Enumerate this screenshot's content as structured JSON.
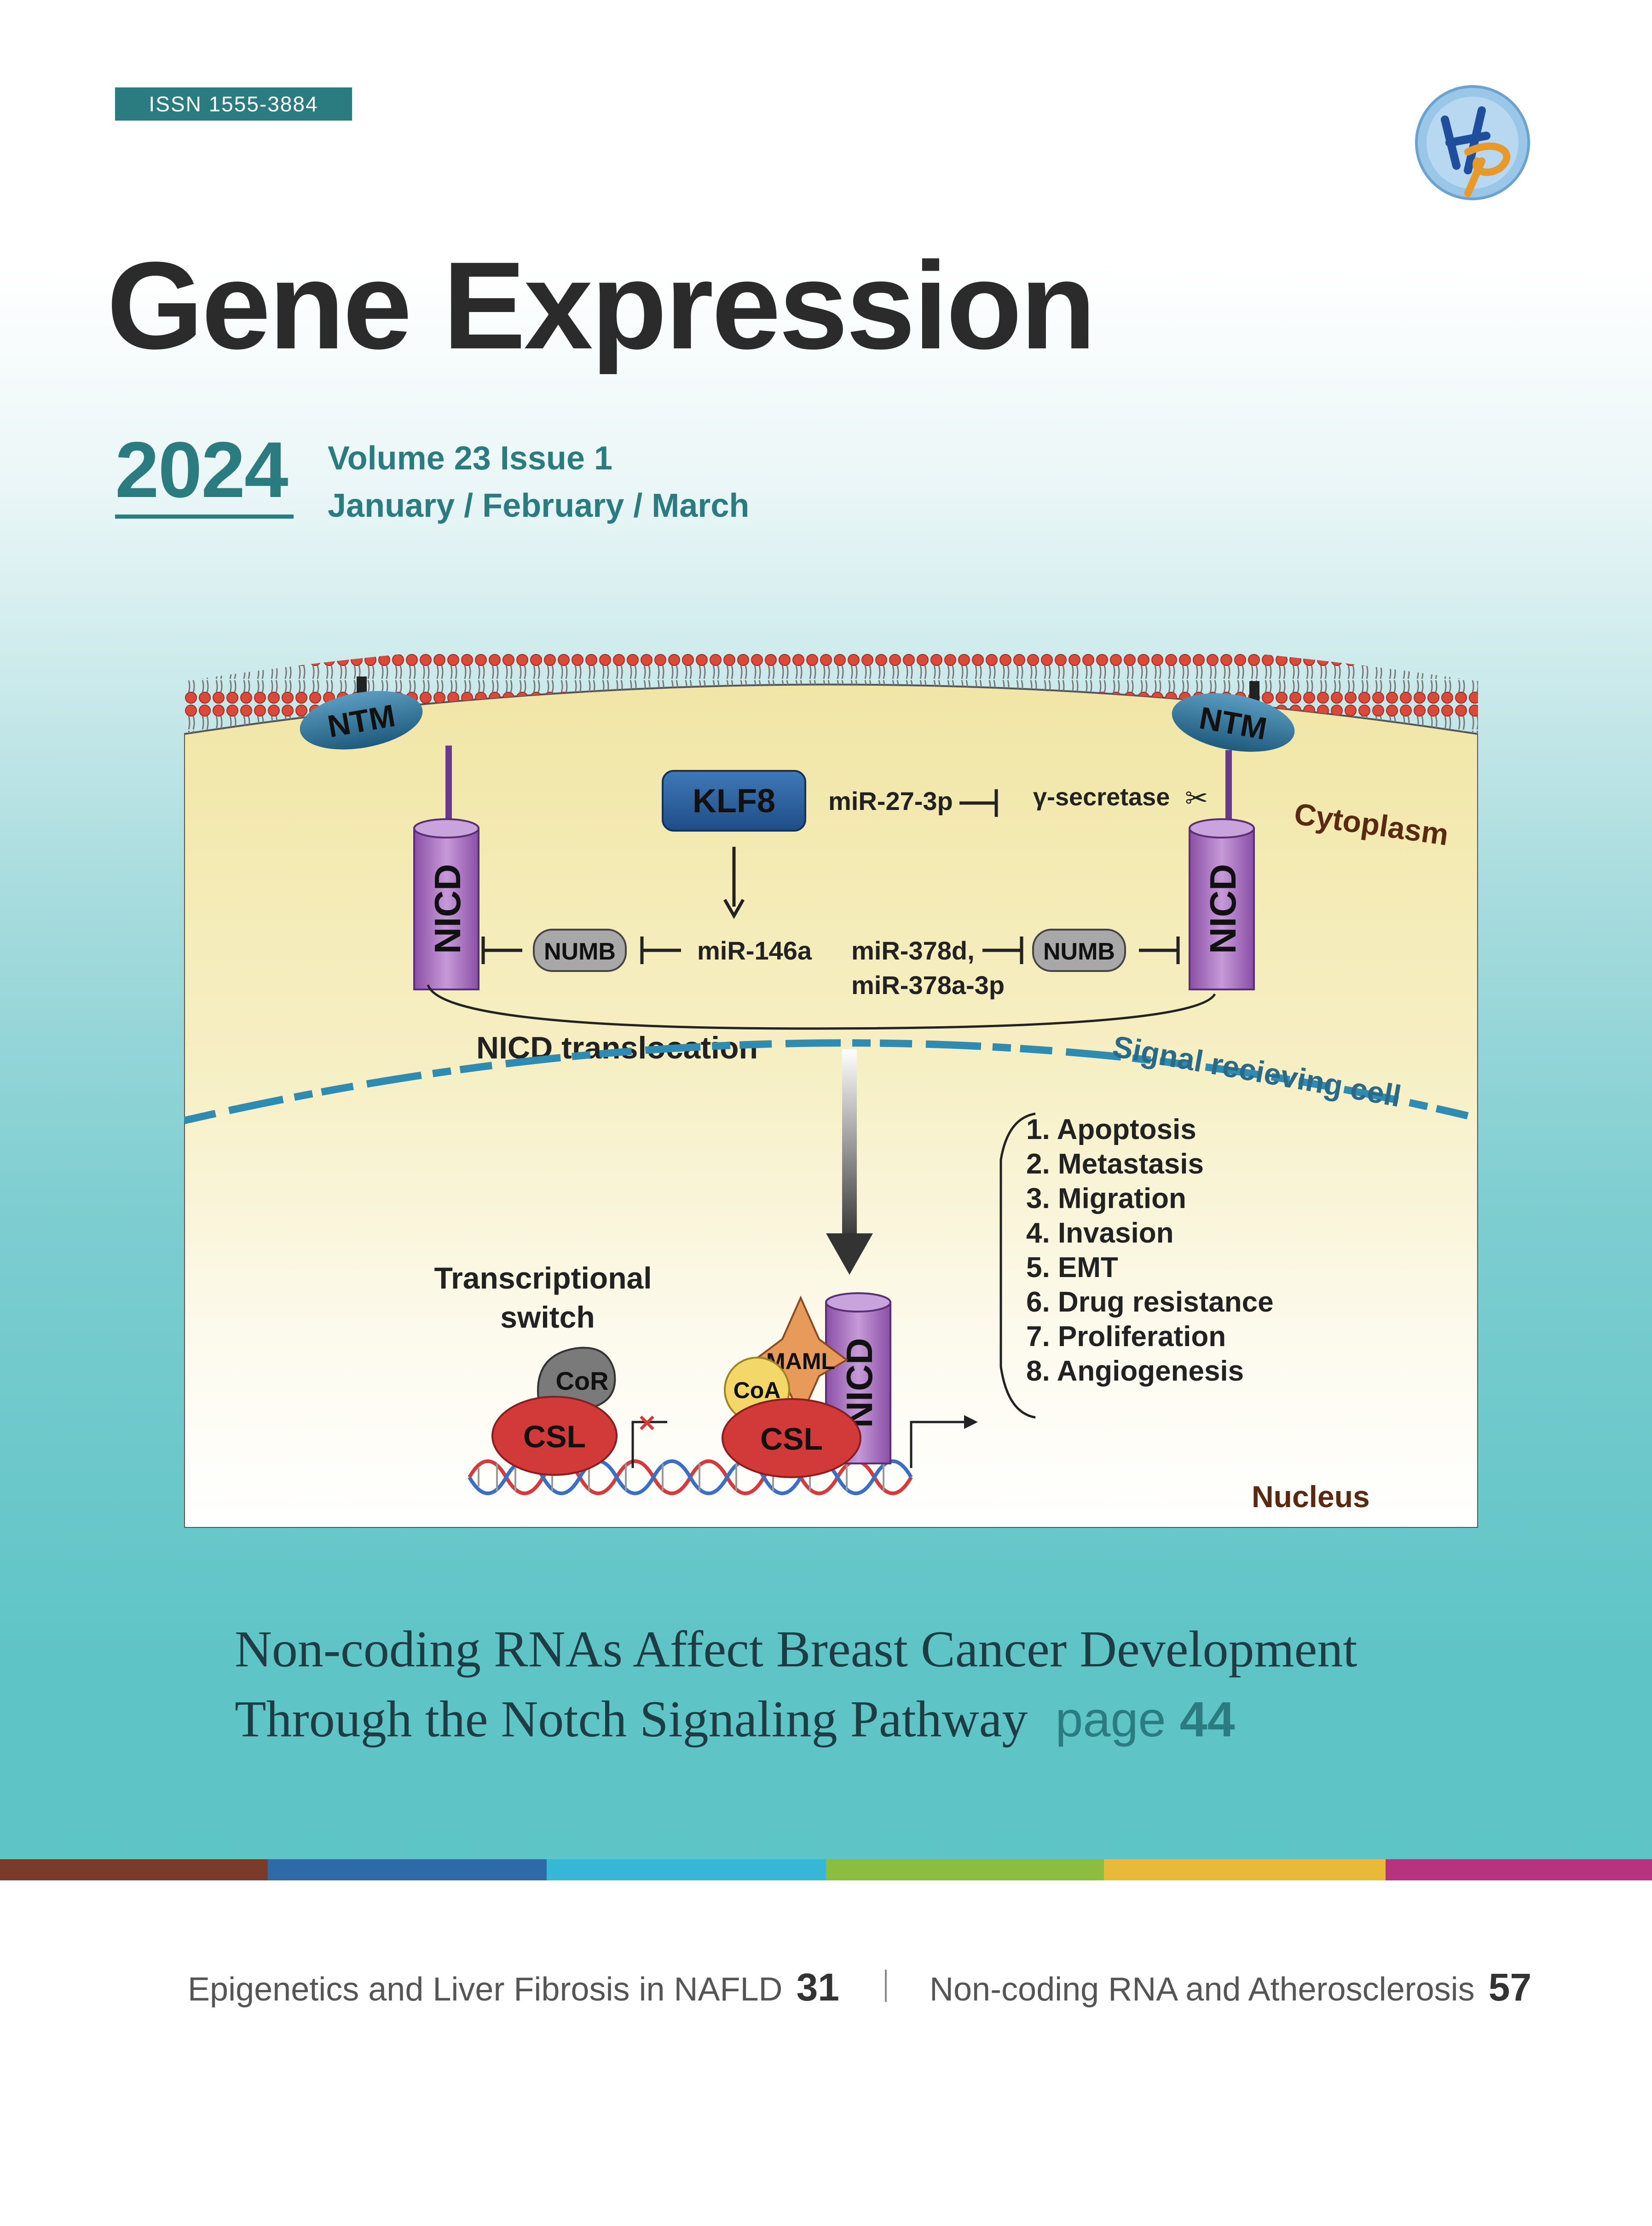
{
  "issn": "ISSN  1555-3884",
  "title": "Gene Expression",
  "year": "2024",
  "volume": "Volume 23 Issue 1",
  "months": "January / February / March",
  "figure": {
    "ntm": "NTM",
    "nicd": "NICD",
    "klf8": "KLF8",
    "mir27": "miR-27-3p",
    "gamma_secretase": "γ-secretase",
    "cytoplasm": "Cytoplasm",
    "numb": "NUMB",
    "mir146": "miR-146a",
    "mir378_1": "miR-378d,",
    "mir378_2": "miR-378a-3p",
    "translocation": "NICD translocation",
    "signal_cell": "Signal recieving cell",
    "switch_1": "Transcriptional",
    "switch_2": "switch",
    "cor": "CoR",
    "csl": "CSL",
    "maml": "MAML",
    "coa": "CoA",
    "nucleus": "Nucleus",
    "outcomes": [
      "1. Apoptosis",
      "2. Metastasis",
      "3. Migration",
      "4. Invasion",
      "5. EMT",
      "6. Drug resistance",
      "7. Proliferation",
      "8. Angiogenesis"
    ]
  },
  "headline": {
    "line1": "Non-coding RNAs Affect Breast Cancer Development",
    "line2": "Through the Notch Signaling Pathway",
    "page_label": "page",
    "page_number": "44"
  },
  "footer": {
    "item1_text": "Epigenetics and Liver Fibrosis in NAFLD",
    "item1_page": "31",
    "item2_text": "Non-coding RNA and Atherosclerosis",
    "item2_page": "57"
  },
  "colors": {
    "teal": "#2a7c80",
    "stripes": [
      "#7a3b2a",
      "#2e6aa8",
      "#37b7d8",
      "#8bbd3f",
      "#e9b93a",
      "#b8337f"
    ]
  }
}
